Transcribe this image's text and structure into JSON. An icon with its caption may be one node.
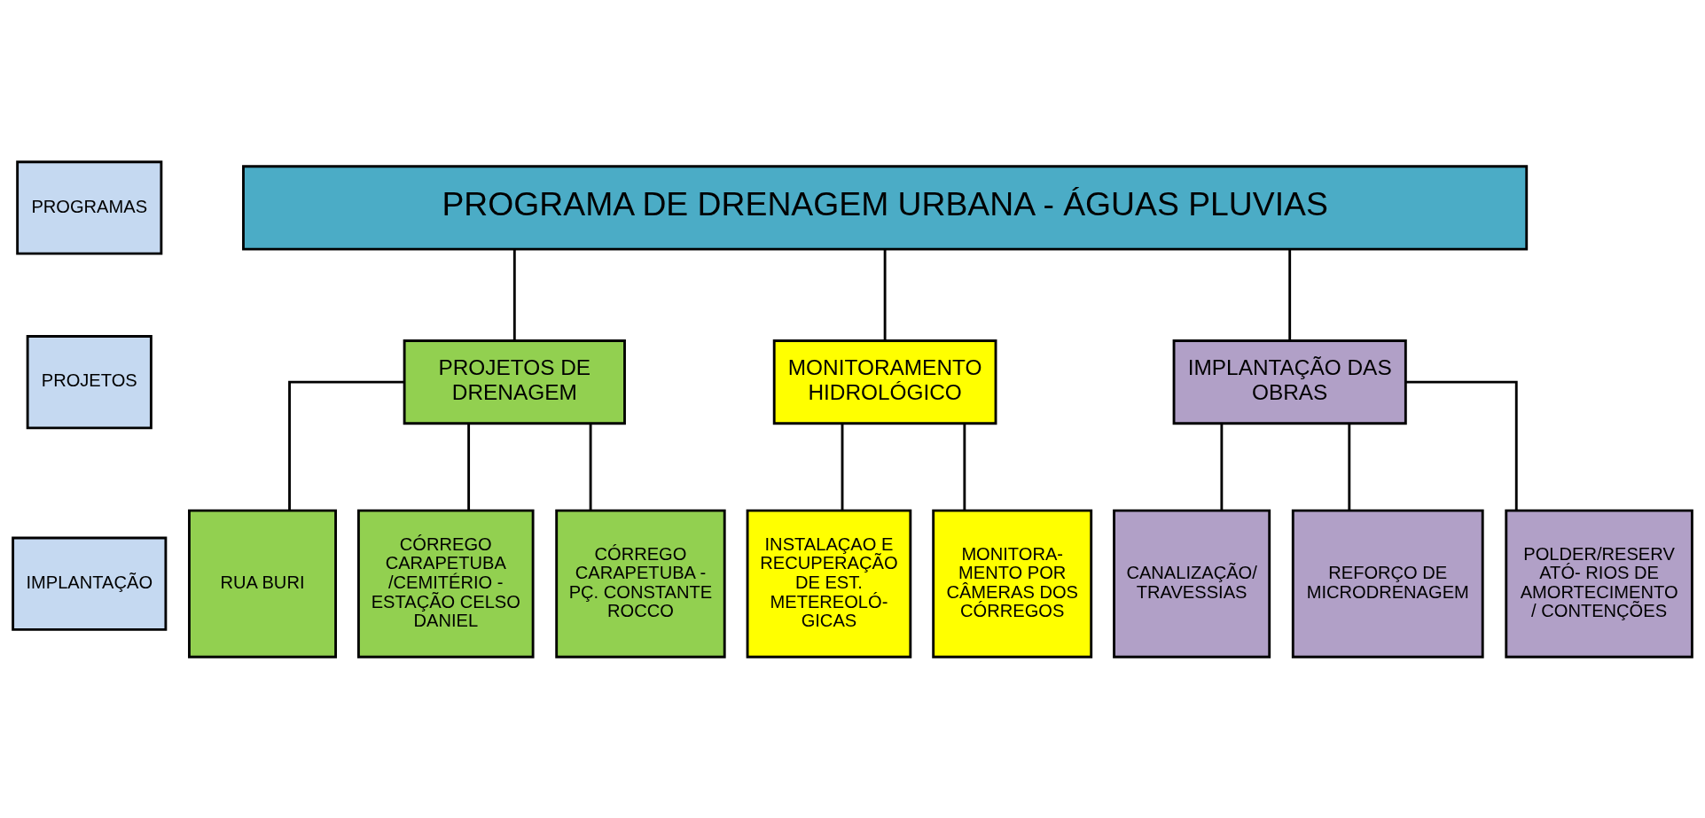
{
  "diagram": {
    "nodes": [
      {
        "text": [
          "PROGRAMAS"
        ]
      },
      {
        "text": [
          "PROJETOS"
        ]
      },
      {
        "text": [
          "IMPLANTAÇÃO"
        ]
      },
      {
        "text": [
          "PROGRAMA DE DRENAGEM URBANA - ÁGUAS PLUVIAS"
        ]
      },
      {
        "text": [
          "PROJETOS DE DRENAGEM"
        ]
      },
      {
        "text": [
          "MONITORAMENTO HIDROLÓGICO"
        ]
      },
      {
        "text": [
          "IMPLANTAÇÃO DAS OBRAS"
        ]
      },
      {
        "text": [
          "RUA BURI"
        ]
      },
      {
        "text": [
          "CÓRREGO CARAPETUBA /CEMITÉRIO - ESTAÇÃO CELSO DANIEL"
        ]
      },
      {
        "text": [
          "CÓRREGO CARAPETUBA - PÇ. CONSTANTE ROCCO"
        ]
      },
      {
        "text": [
          "INSTALAÇAO E RECUPERAÇÃO DE EST. METEREOLÓ- GICAS"
        ]
      },
      {
        "text": [
          "MONITORA- MENTO POR CÂMERAS DOS CÓRREGOS"
        ]
      },
      {
        "text": [
          "CANALIZAÇÃO/ TRAVESSIAS"
        ]
      },
      {
        "text": [
          "REFORÇO DE MICRODRENAGEM"
        ]
      },
      {
        "text": [
          "POLDER/RESERVATÓ- RIOS DE AMORTECIMENTO / CONTENÇÕES"
        ]
      }
    ],
    "edges": [
      {
        "from": 3,
        "to": 4,
        "arrow": "none"
      },
      {
        "from": 3,
        "to": 5,
        "arrow": "none"
      },
      {
        "from": 3,
        "to": 6,
        "arrow": "none"
      },
      {
        "from": 4,
        "to": 7,
        "arrow": "none"
      },
      {
        "from": 4,
        "to": 8,
        "arrow": "none"
      },
      {
        "from": 4,
        "to": 9,
        "arrow": "none"
      },
      {
        "from": 5,
        "to": 10,
        "arrow": "none"
      },
      {
        "from": 5,
        "to": 11,
        "arrow": "none"
      },
      {
        "from": 6,
        "to": 12,
        "arrow": "none"
      },
      {
        "from": 6,
        "to": 13,
        "arrow": "none"
      },
      {
        "from": 6,
        "to": 14,
        "arrow": "none"
      }
    ]
  }
}
